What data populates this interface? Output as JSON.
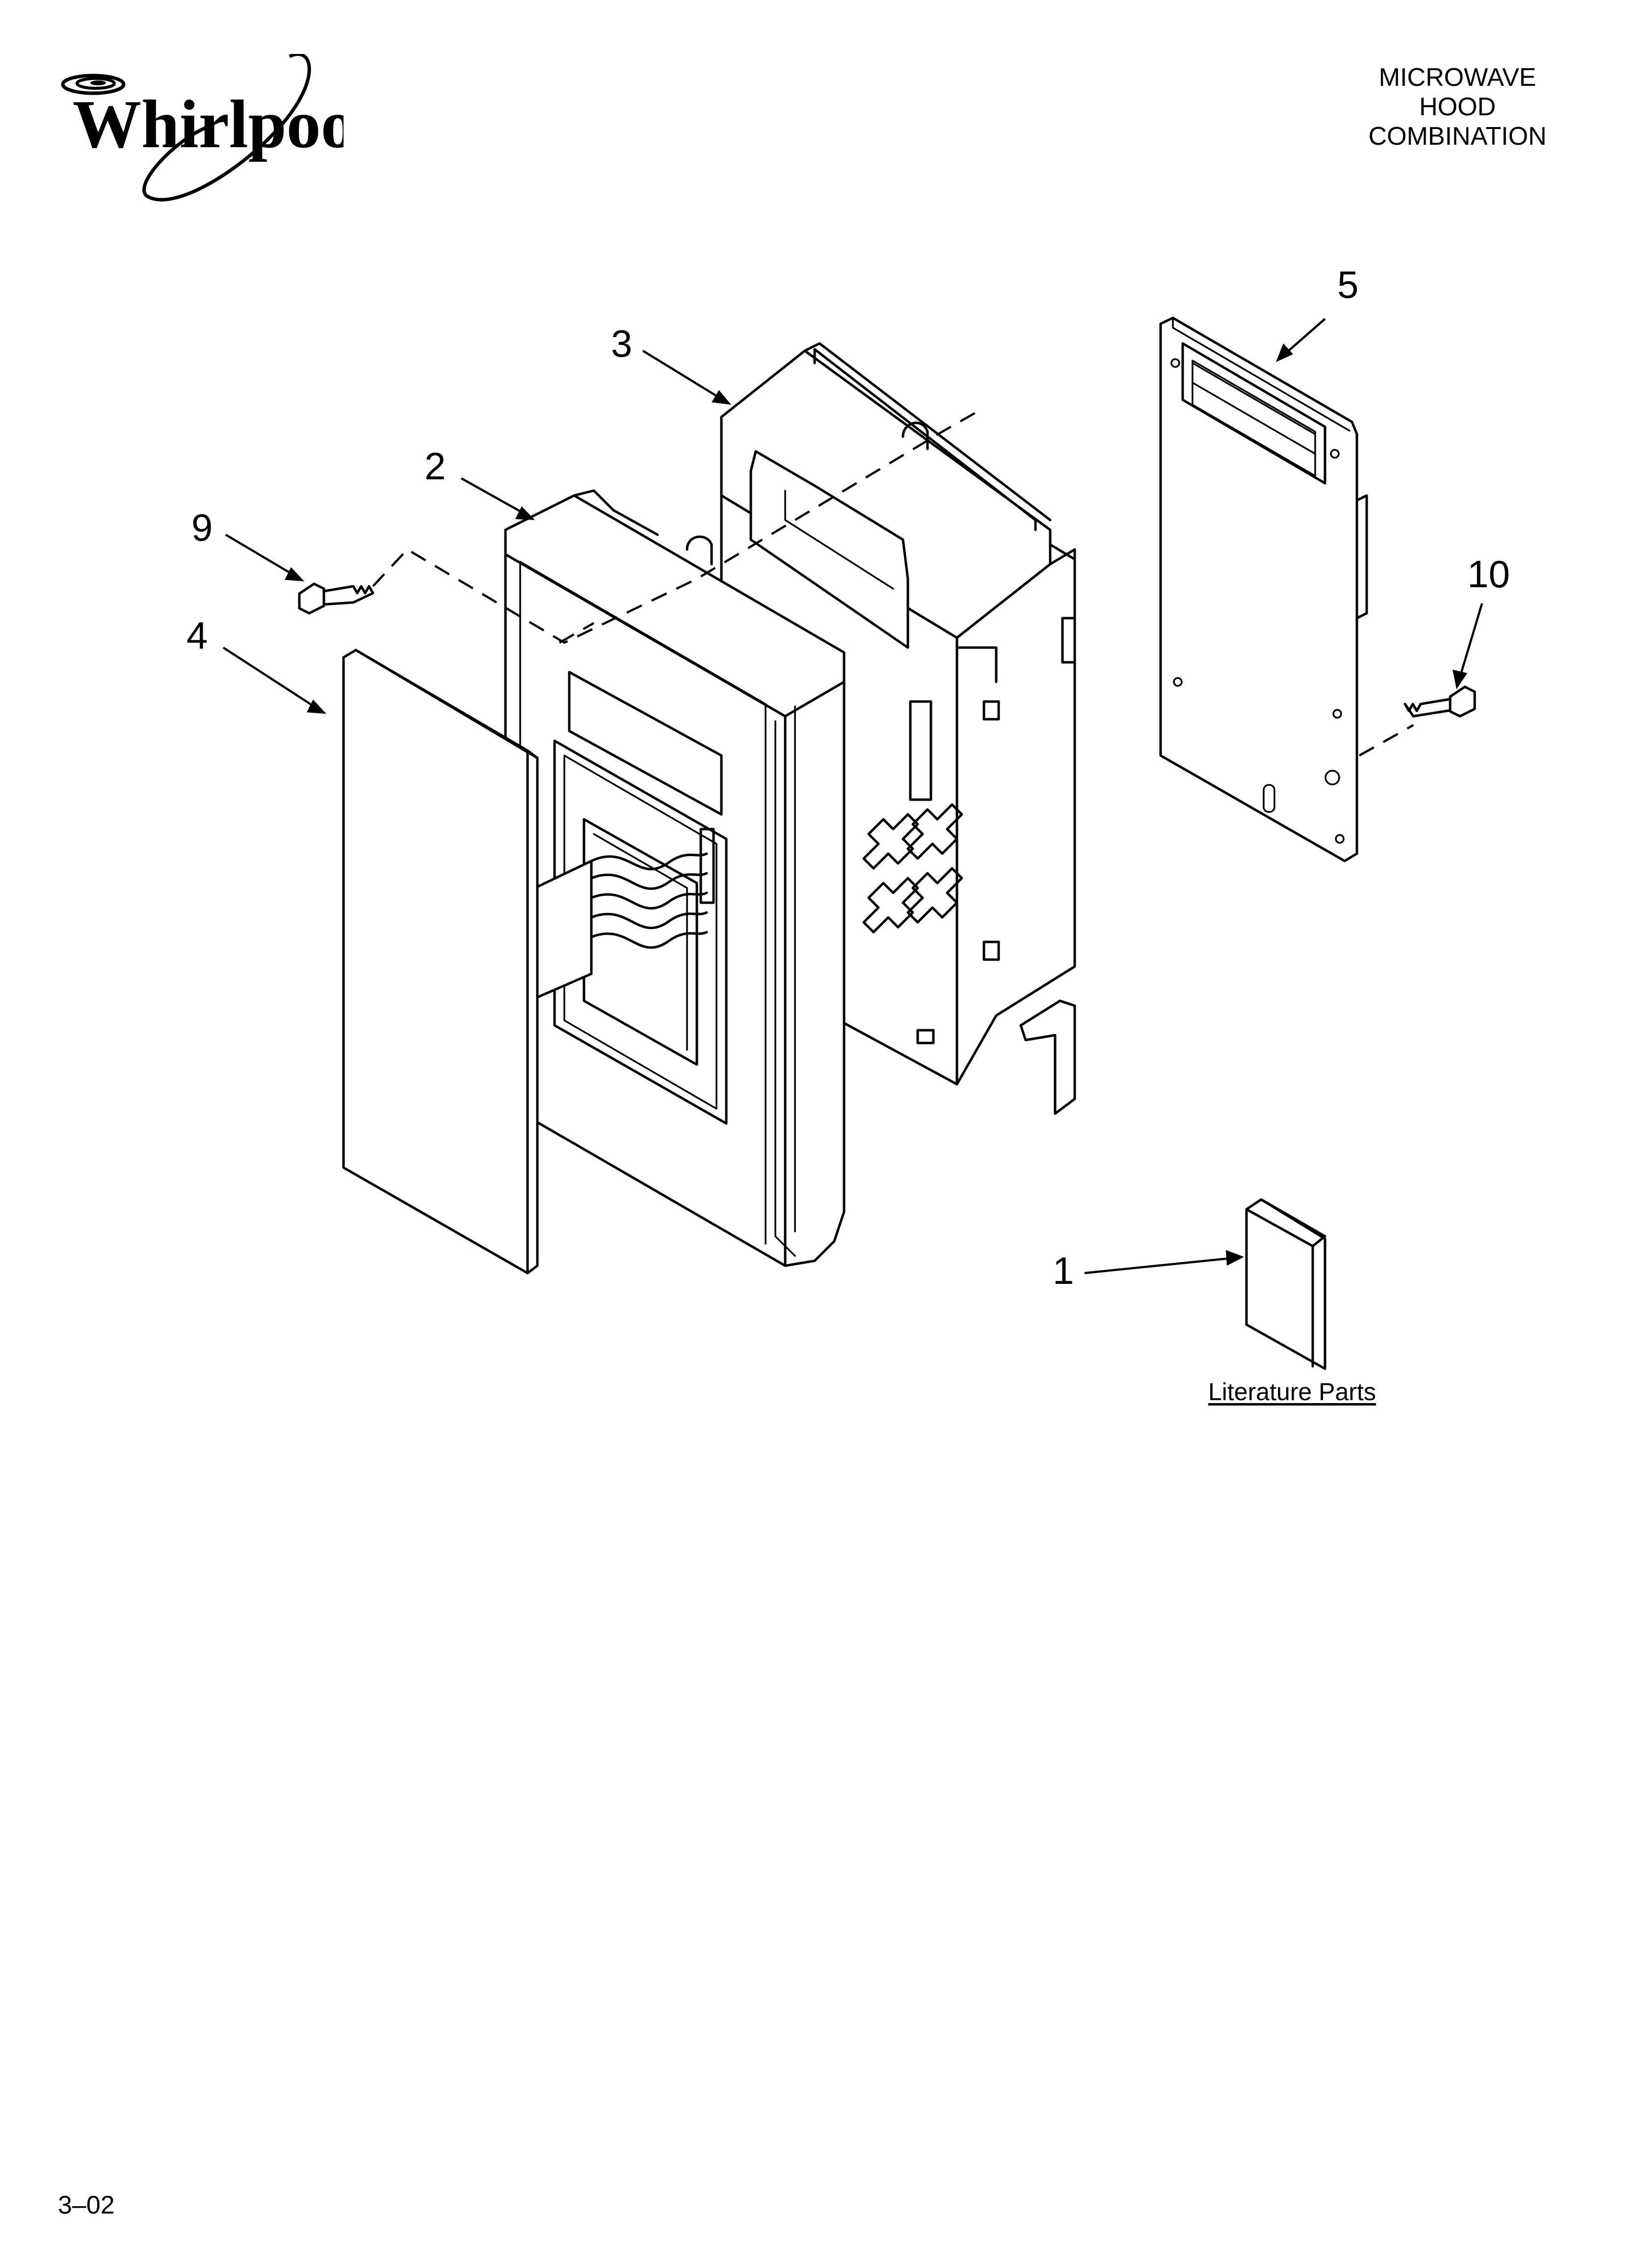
{
  "brand": {
    "logo_text": "Whirlpool"
  },
  "header": {
    "title_lines": [
      "MICROWAVE",
      "HOOD",
      "COMBINATION"
    ]
  },
  "footer": {
    "code": "3–02"
  },
  "literature": {
    "label": "Literature Parts"
  },
  "callouts": [
    "1",
    "2",
    "3",
    "4",
    "5",
    "9",
    "10"
  ],
  "colors": {
    "ink": "#000000",
    "paper": "#ffffff"
  }
}
